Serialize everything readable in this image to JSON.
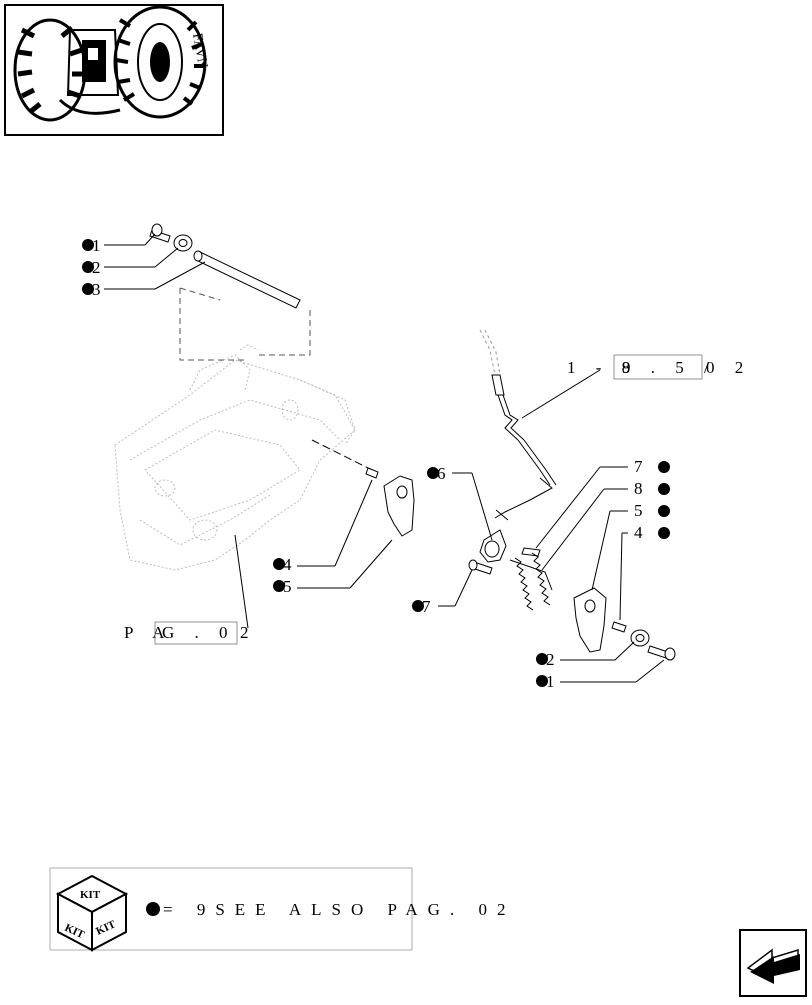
{
  "thumbnail": {
    "label": "FAVN"
  },
  "callouts_left_top": [
    {
      "num": "1"
    },
    {
      "num": "2"
    },
    {
      "num": "3"
    }
  ],
  "callouts_left_mid": [
    {
      "num": "4"
    },
    {
      "num": "5"
    }
  ],
  "callouts_right": [
    {
      "num": "6"
    },
    {
      "num": "7"
    },
    {
      "num": "8"
    },
    {
      "num": "5"
    },
    {
      "num": "4"
    },
    {
      "num": "7"
    },
    {
      "num": "2"
    },
    {
      "num": "1"
    }
  ],
  "references": {
    "top_right": {
      "prefix": "1 - 8",
      "boxed": "9 . 5 /",
      "suffix": "0 2"
    },
    "bottom_left": {
      "prefix": "P A",
      "boxed": "G .  0",
      "suffix": "2"
    }
  },
  "legend": {
    "kit_top": "KIT",
    "kit_left": "KIT",
    "kit_right": "KIT",
    "text": "=  9SEE  ALSO  PAG.  02"
  },
  "nav": {
    "icon": "arrow-left-icon"
  }
}
